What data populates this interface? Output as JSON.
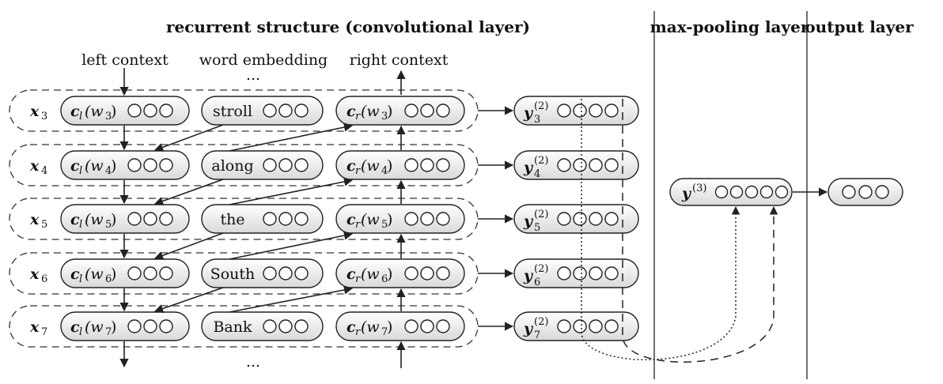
{
  "headers": {
    "recurrent": "recurrent structure (convolutional layer)",
    "maxpool": "max-pooling layer",
    "output": "output layer"
  },
  "column_labels": {
    "left": "left context",
    "embedding": "word embedding",
    "right": "right context"
  },
  "ellipsis": "...",
  "rows": [
    {
      "x_main": "x",
      "x_sub": "3",
      "cl_main": "c",
      "cl_sub": "l",
      "cl_arg": "(w",
      "cl_arg_sub": "3",
      "word": "stroll",
      "cr_main": "c",
      "cr_sub": "r",
      "cr_arg": "(w",
      "cr_arg_sub": "3",
      "y_main": "y",
      "y_sup": "(2)",
      "y_sub": "3"
    },
    {
      "x_main": "x",
      "x_sub": "4",
      "cl_main": "c",
      "cl_sub": "l",
      "cl_arg": "(w",
      "cl_arg_sub": "4",
      "word": "along",
      "cr_main": "c",
      "cr_sub": "r",
      "cr_arg": "(w",
      "cr_arg_sub": "4",
      "y_main": "y",
      "y_sup": "(2)",
      "y_sub": "4"
    },
    {
      "x_main": "x",
      "x_sub": "5",
      "cl_main": "c",
      "cl_sub": "l",
      "cl_arg": "(w",
      "cl_arg_sub": "5",
      "word": "the",
      "cr_main": "c",
      "cr_sub": "r",
      "cr_arg": "(w",
      "cr_arg_sub": "5",
      "y_main": "y",
      "y_sup": "(2)",
      "y_sub": "5"
    },
    {
      "x_main": "x",
      "x_sub": "6",
      "cl_main": "c",
      "cl_sub": "l",
      "cl_arg": "(w",
      "cl_arg_sub": "6",
      "word": "South",
      "cr_main": "c",
      "cr_sub": "r",
      "cr_arg": "(w",
      "cr_arg_sub": "6",
      "y_main": "y",
      "y_sup": "(2)",
      "y_sub": "6"
    },
    {
      "x_main": "x",
      "x_sub": "7",
      "cl_main": "c",
      "cl_sub": "l",
      "cl_arg": "(w",
      "cl_arg_sub": "7",
      "word": "Bank",
      "cr_main": "c",
      "cr_sub": "r",
      "cr_arg": "(w",
      "cr_arg_sub": "7",
      "y_main": "y",
      "y_sup": "(2)",
      "y_sub": "7"
    }
  ],
  "pool_node": {
    "main": "y",
    "sup": "(3)"
  },
  "close_paren": ")"
}
